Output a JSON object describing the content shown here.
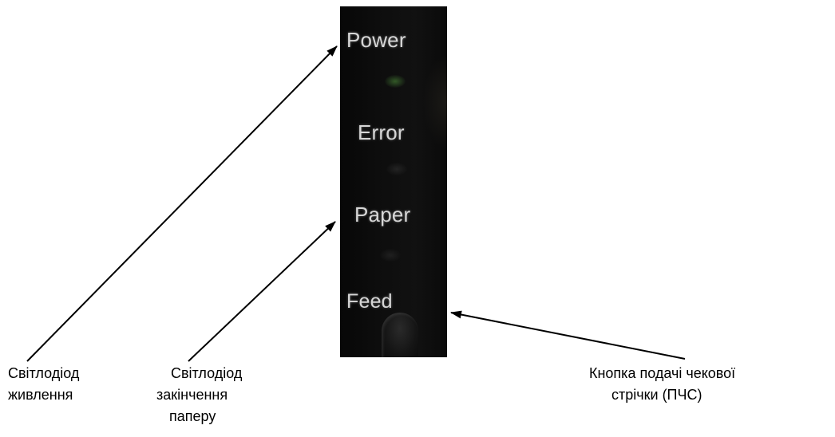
{
  "panel": {
    "labels": {
      "power": "Power",
      "error": "Error",
      "paper": "Paper",
      "feed": "Feed"
    }
  },
  "callouts": {
    "power_led": {
      "line1": "Світлодіод",
      "line2": "живлення"
    },
    "paper_led": {
      "line1": "Світлодіод",
      "line2": "закінчення",
      "line3": "паперу"
    },
    "feed_button": {
      "line1": "Кнопка подачі чекової",
      "line2": "стрічки (ПЧС)"
    }
  },
  "colors": {
    "background": "#ffffff",
    "panel": "#0b0b0b",
    "panel_text": "#d6d6d6",
    "callout_text": "#000000",
    "arrow": "#000000",
    "power_led_glow": "#50963c"
  }
}
